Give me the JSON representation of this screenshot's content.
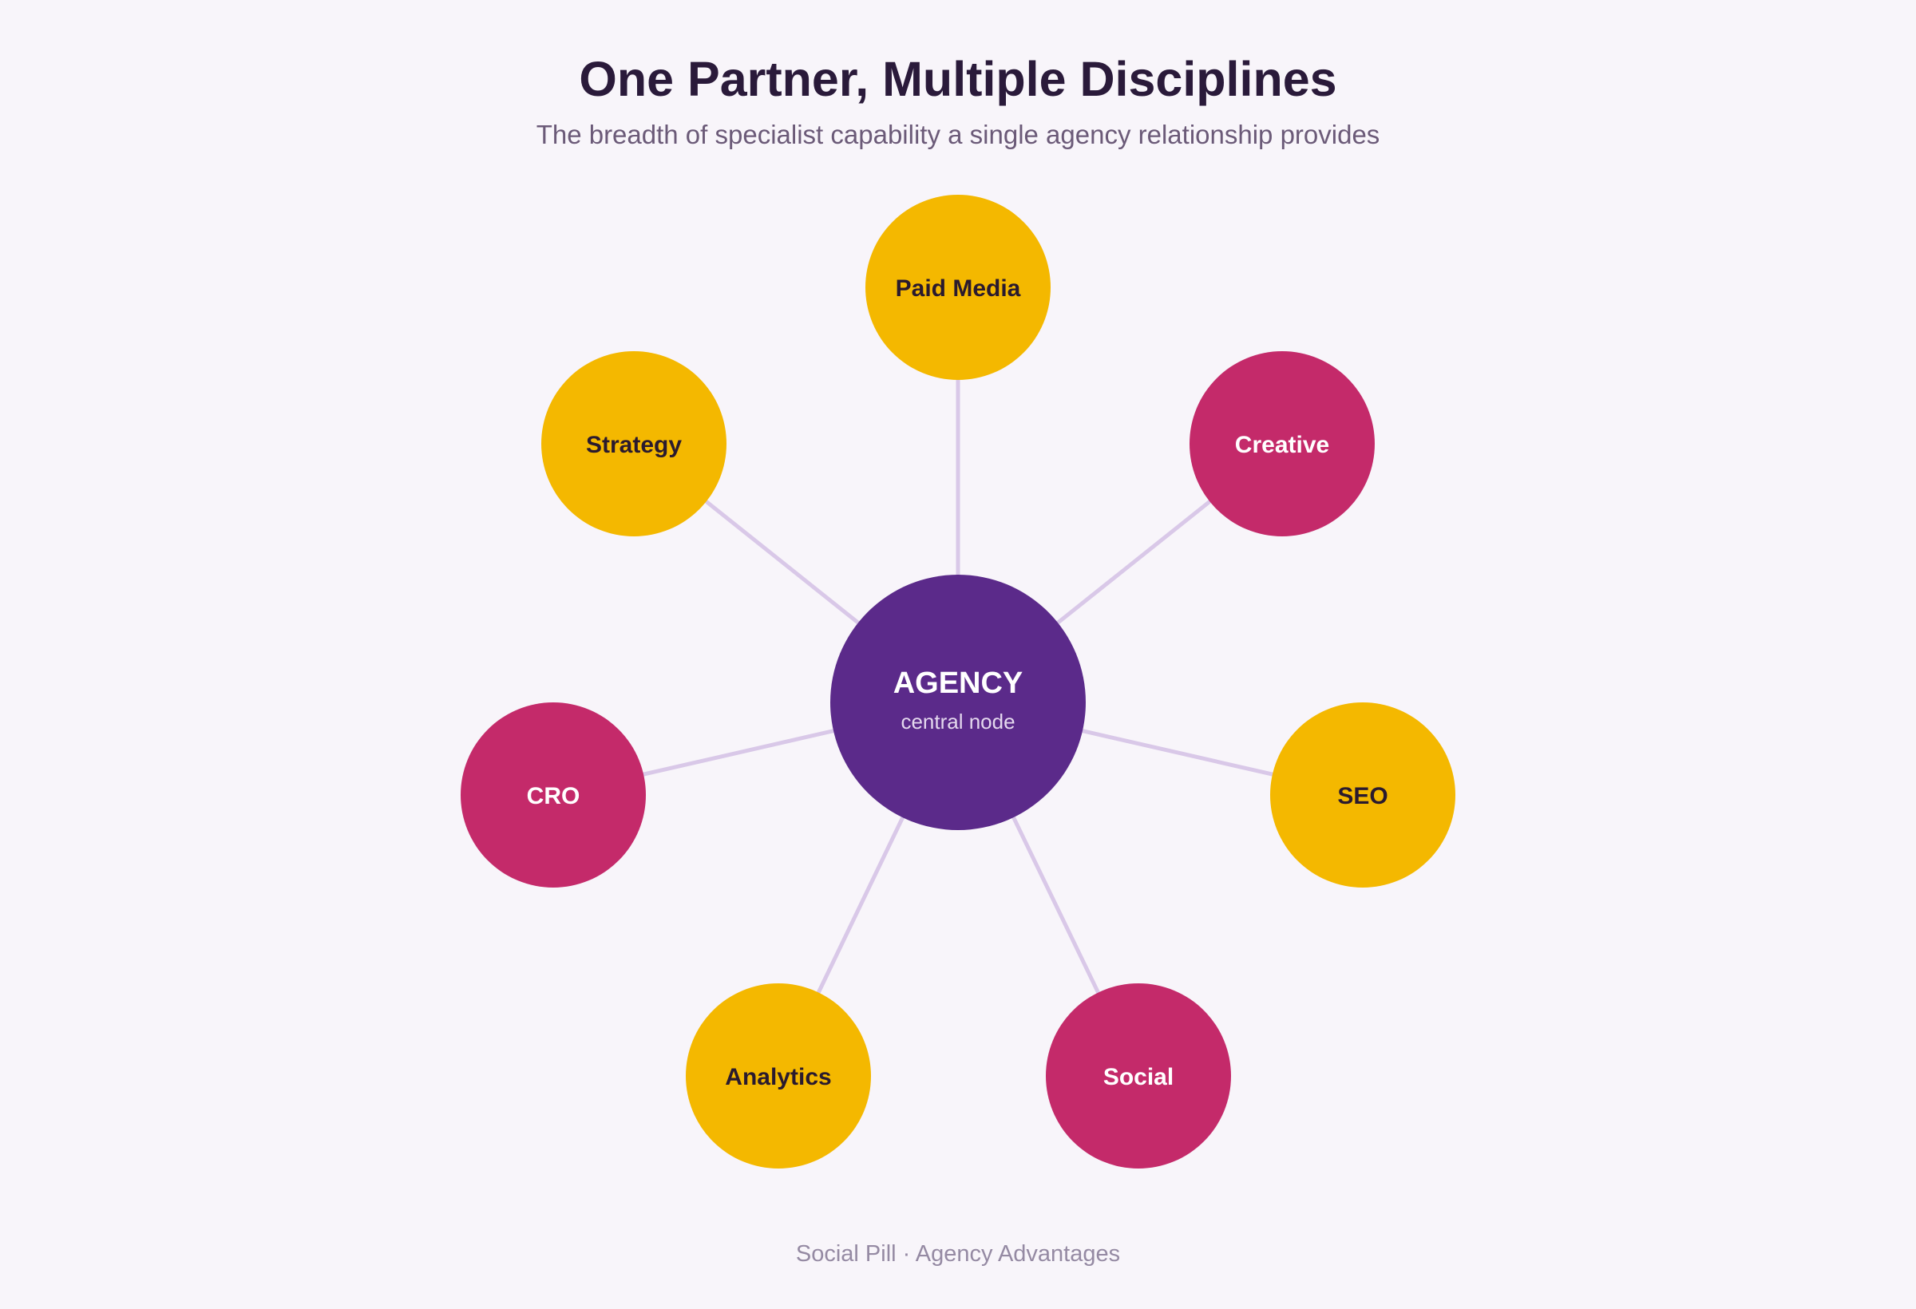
{
  "header": {
    "title": "One Partner, Multiple Disciplines",
    "subtitle": "The breadth of specialist capability a single agency relationship provides"
  },
  "center": {
    "label": "AGENCY",
    "sublabel": "central node",
    "color": "#5b2a8a"
  },
  "colors": {
    "background": "#f8f5fa",
    "spoke": "#d9c8e8",
    "gold": "#f4b800",
    "magenta": "#c42a6a",
    "dark_text": "#2a1a2e",
    "light_text": "#ffffff"
  },
  "nodes": [
    {
      "label": "Paid Media",
      "color_key": "gold"
    },
    {
      "label": "Creative",
      "color_key": "magenta"
    },
    {
      "label": "SEO",
      "color_key": "gold"
    },
    {
      "label": "Social",
      "color_key": "magenta"
    },
    {
      "label": "Analytics",
      "color_key": "gold"
    },
    {
      "label": "CRO",
      "color_key": "magenta"
    },
    {
      "label": "Strategy",
      "color_key": "gold"
    }
  ],
  "footer": {
    "text": "Social Pill · Agency Advantages"
  }
}
